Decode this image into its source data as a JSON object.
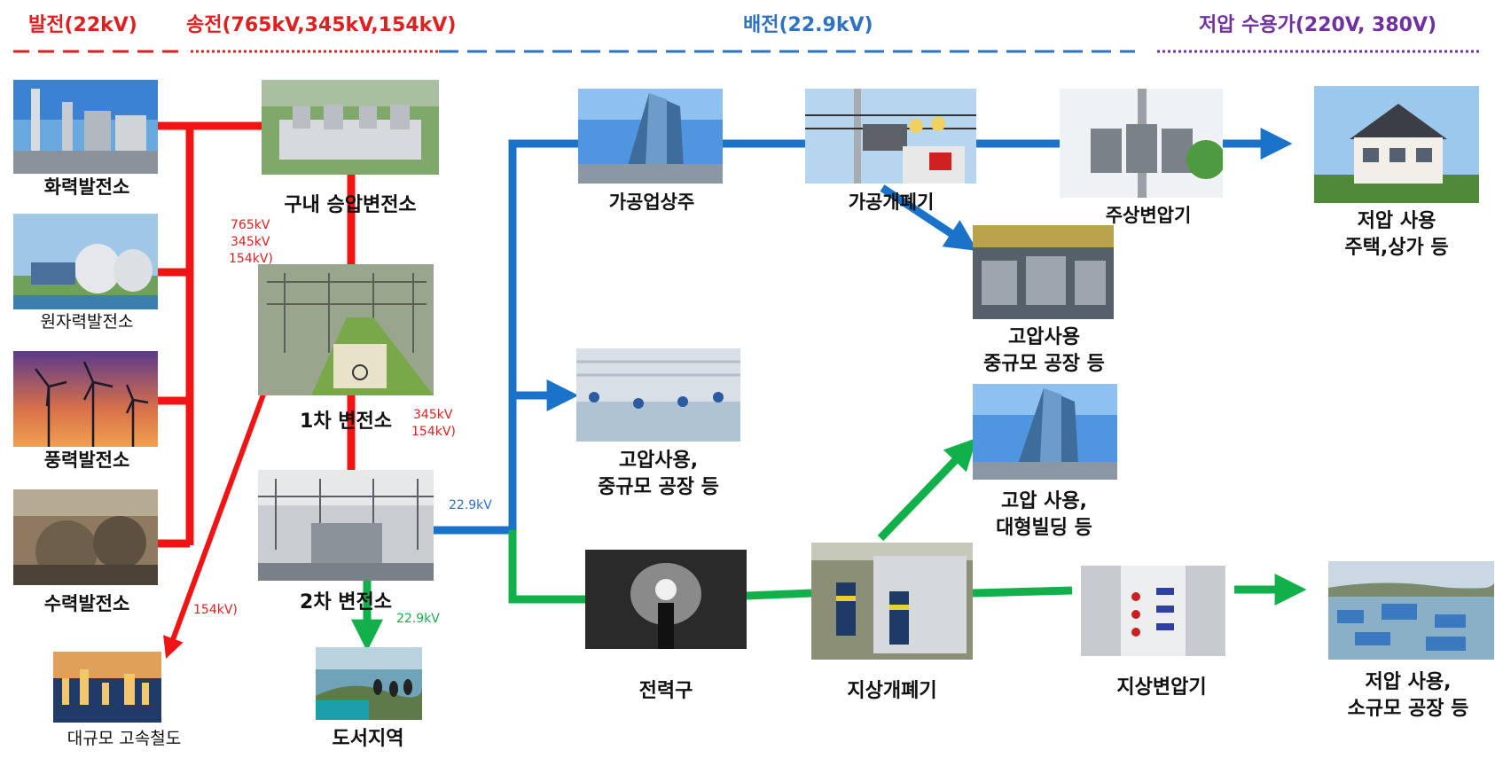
{
  "colors": {
    "generation": "#e02020",
    "transmission": "#e02020",
    "distribution": "#2f72c2",
    "low_voltage": "#7030a0",
    "overhead_line": "#1a73c8",
    "underground_line": "#12b04a",
    "red_line": "#f01414"
  },
  "headers": {
    "generation": "발전(22kV)",
    "transmission": "송전(765kV,345kV,154kV)",
    "distribution": "배전(22.9kV)",
    "low_voltage": "저압 수용가(220V, 380V)"
  },
  "nodes": {
    "thermal": "화력발전소",
    "nuclear": "원자력발전소",
    "wind": "풍력발전소",
    "hydro": "수력발전소",
    "step_up": "구내 승압변전소",
    "primary": "1차 변전소",
    "secondary": "2차 변전소",
    "railway": "대규모 고속철도",
    "island": "도서지역",
    "overhead_pole": "가공업상주",
    "overhead_switch": "가공개폐기",
    "pole_transformer": "주상변압기",
    "low_residential_1": "저압 사용",
    "low_residential_2": "주택,상가 등",
    "hv_factory_top_1": "고압사용",
    "hv_factory_top_2": "중규모 공장 등",
    "hv_factory_mid_1": "고압사용,",
    "hv_factory_mid_2": "중규모 공장 등",
    "hv_building_1": "고압 사용,",
    "hv_building_2": "대형빌딩 등",
    "tunnel": "전력구",
    "ground_switch": "지상개폐기",
    "ground_transformer": "지상변압기",
    "low_factory_1": "저압 사용,",
    "low_factory_2": "소규모 공장 등"
  },
  "voltages": {
    "stepup_1": "765kV",
    "stepup_2": "345kV",
    "stepup_3": "154kV)",
    "primary_1": "345kV",
    "primary_2": "154kV)",
    "rail": "154kV)",
    "dist_blue": "22.9kV",
    "dist_green": "22.9kV"
  }
}
